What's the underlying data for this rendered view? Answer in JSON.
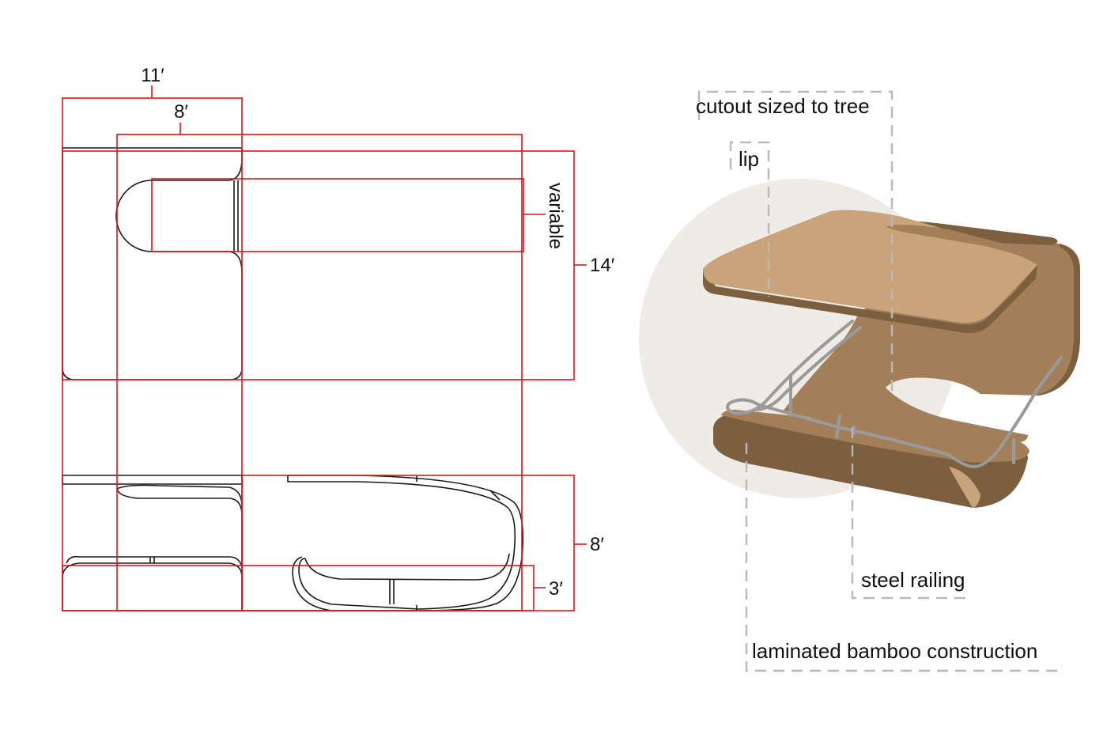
{
  "colors": {
    "dimension_line": "#e0141b",
    "outline": "#1a1a1a",
    "guide": "#b9b9b9",
    "backdrop_circle": "#efebe7",
    "wood_top": "#c9a47a",
    "wood_side": "#a27f58",
    "wood_dark": "#7b5f3f",
    "steel": "#9a9a9a"
  },
  "plan_drawing": {
    "dimensions": {
      "overall_width": "11′",
      "inner_width": "8′",
      "cutout_depth": "variable",
      "overall_length": "14′",
      "side_height": "8′",
      "lip_height": "3′"
    }
  },
  "perspective_view": {
    "callouts": {
      "cutout": "cutout sized to tree",
      "lip": "lip",
      "railing": "steel railing",
      "material": "laminated bamboo construction"
    }
  }
}
